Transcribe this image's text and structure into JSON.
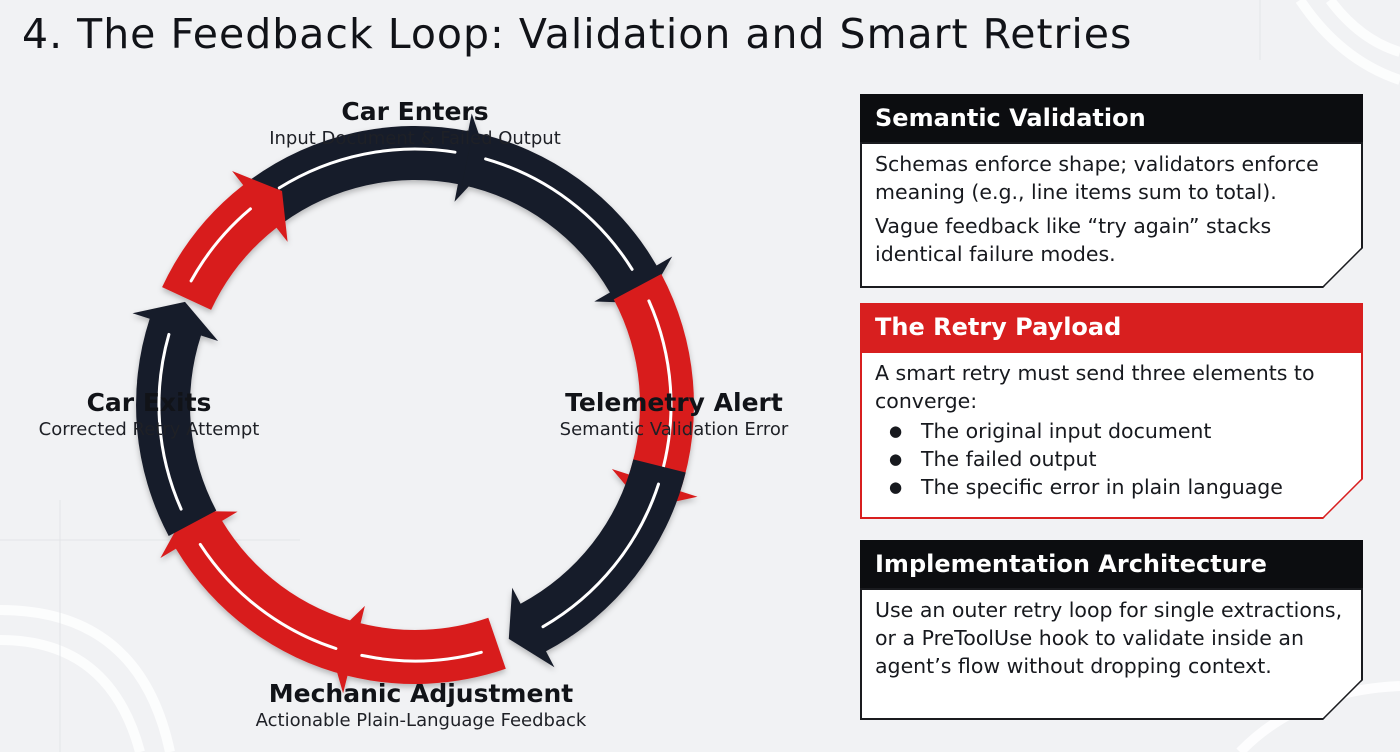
{
  "title": "4. The Feedback Loop: Validation and Smart Retries",
  "colors": {
    "red": "#d81f1f",
    "navy": "#181b29",
    "black": "#0c0d10",
    "background": "#f1f2f4"
  },
  "cycle": {
    "stages": [
      {
        "id": "car-enters",
        "title": "Car Enters",
        "subtitle": "Input Document & Failed Output"
      },
      {
        "id": "telemetry-alert",
        "title": "Telemetry Alert",
        "subtitle": "Semantic Validation Error"
      },
      {
        "id": "mechanic-adjustment",
        "title": "Mechanic Adjustment",
        "subtitle": "Actionable Plain-Language Feedback"
      },
      {
        "id": "car-exits",
        "title": "Car Exits",
        "subtitle": "Corrected Retry Attempt"
      }
    ],
    "arrows": [
      {
        "name": "arrow-top-left",
        "color": "navy"
      },
      {
        "name": "arrow-top-right",
        "color": "navy"
      },
      {
        "name": "arrow-right-upper",
        "color": "red"
      },
      {
        "name": "arrow-right-lower",
        "color": "navy"
      },
      {
        "name": "arrow-bottom-right",
        "color": "red"
      },
      {
        "name": "arrow-bottom-left",
        "color": "red"
      },
      {
        "name": "arrow-left-lower",
        "color": "navy"
      },
      {
        "name": "arrow-left-upper",
        "color": "red"
      }
    ]
  },
  "cards": {
    "semantic": {
      "header": "Semantic Validation",
      "paragraphs": [
        "Schemas enforce shape; validators enforce meaning (e.g., line items sum to total).",
        "Vague feedback like “try again” stacks identical failure modes."
      ]
    },
    "retry": {
      "header": "The Retry Payload",
      "intro": "A smart retry must send three elements to converge:",
      "bullets": [
        "The original input document",
        "The failed output",
        "The specific error in plain language"
      ]
    },
    "implementation": {
      "header": "Implementation Architecture",
      "paragraph": "Use an outer retry loop for single extractions, or a PreToolUse hook to validate inside an agent’s flow without dropping context."
    }
  }
}
